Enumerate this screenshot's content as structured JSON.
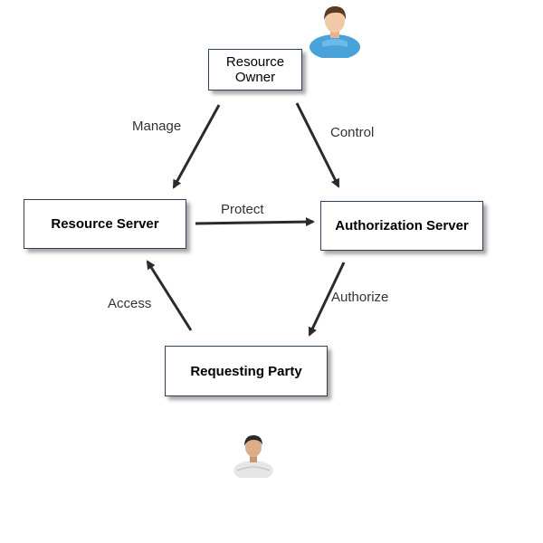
{
  "nodes": {
    "resource_owner": "Resource\nOwner",
    "resource_server": "Resource Server",
    "authorization_server": "Authorization Server",
    "requesting_party": "Requesting Party"
  },
  "edges": {
    "manage": "Manage",
    "control": "Control",
    "protect": "Protect",
    "authorize": "Authorize",
    "access": "Access"
  },
  "icons": {
    "resource_owner_avatar": "person-blue-shirt-icon",
    "requesting_party_avatar": "person-white-shirt-icon"
  },
  "colors": {
    "box_border": "#2f3f57",
    "arrow": "#2b2b2b",
    "owner_shirt": "#4aa3d8",
    "owner_hair": "#5a3a22",
    "party_shirt": "#e6e6e6",
    "party_hair": "#2a2a2a"
  }
}
